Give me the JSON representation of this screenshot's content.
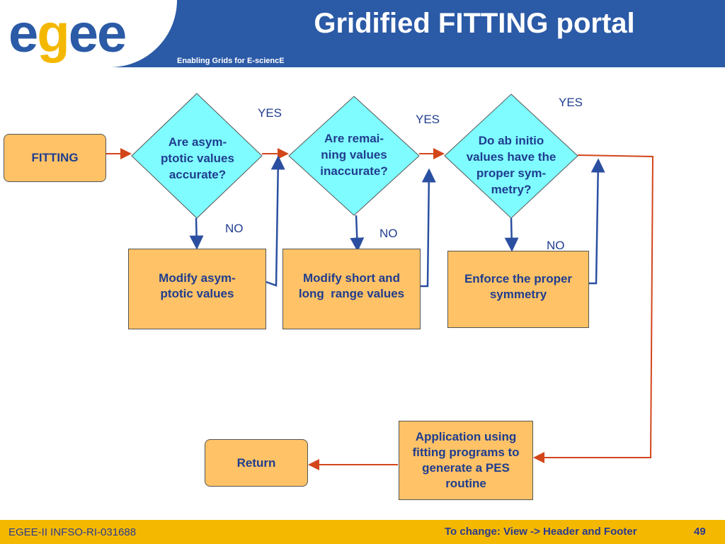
{
  "header": {
    "logo_text_1": "e",
    "logo_text_2": "g",
    "logo_text_3": "ee",
    "title": "Gridified FITTING portal",
    "tagline": "Enabling Grids for E-sciencE"
  },
  "diagram": {
    "start": "FITTING",
    "decisions": [
      "Are asym-\nptotic values\naccurate?",
      "Are remai-\nning values\ninaccurate?",
      "Do ab initio\nvalues have the\nproper sym-\nmetry?"
    ],
    "actions": [
      "Modify asym-\nptotic values",
      "Modify short and\nlong  range values",
      "Enforce the proper\nsymmetry"
    ],
    "application": "Application using\nfitting programs to\ngenerate a PES\nroutine",
    "return": "Return",
    "yes_label": "YES",
    "no_label": "NO"
  },
  "footer": {
    "left": "EGEE-II INFSO-RI-031688",
    "center": "To change: View -> Header and Footer",
    "page": "49"
  },
  "colors": {
    "header_blue": "#2b5aa6",
    "box_orange": "#ffc266",
    "diamond_cyan": "#7ffcff",
    "arrow_red": "#d2461a",
    "arrow_blue": "#2b4fa0",
    "footer_gold": "#f5b800"
  }
}
